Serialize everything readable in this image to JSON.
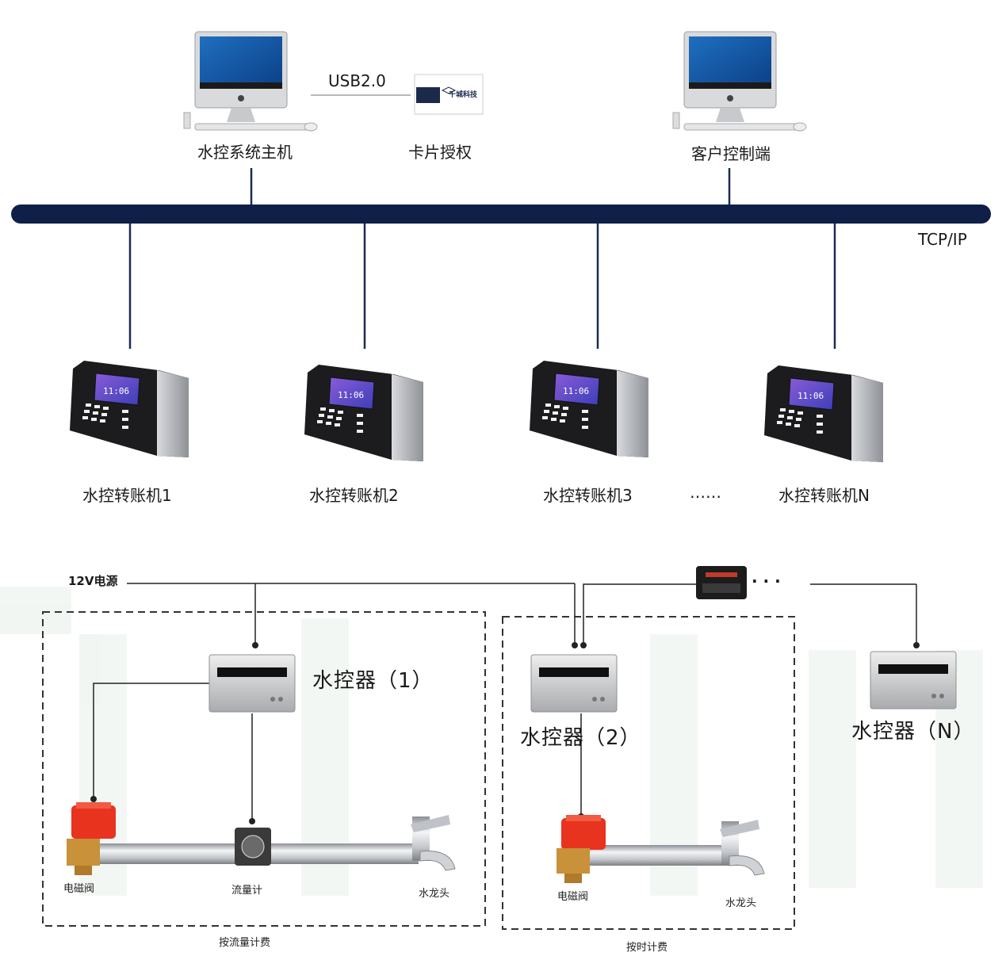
{
  "network": {
    "usb_label": "USB2.0",
    "protocol_label": "TCP/IP",
    "host_label": "水控系统主机",
    "card_label": "卡片授权",
    "card_brand": "千城科技",
    "client_label": "客户控制端"
  },
  "terminals": {
    "t1": "水控转账机1",
    "t2": "水控转账机2",
    "t3": "水控转账机3",
    "tn": "水控转账机N",
    "ellipsis": "……",
    "screen_time": "11:06"
  },
  "water": {
    "power_label": "12V电源",
    "controller_1": "水控器（1）",
    "controller_2": "水控器（2）",
    "controller_n": "水控器（N）",
    "valve_1": "电磁阀",
    "flowmeter": "流量计",
    "tap_1": "水龙头",
    "valve_2": "电磁阀",
    "tap_2": "水龙头",
    "group_flow": "按流量计费",
    "group_time": "按时计费",
    "dots": "· · ·"
  },
  "colors": {
    "bus": "#0f1f48",
    "line": "#1c2a55",
    "valve": "#e8331f",
    "brass": "#c8913a"
  }
}
